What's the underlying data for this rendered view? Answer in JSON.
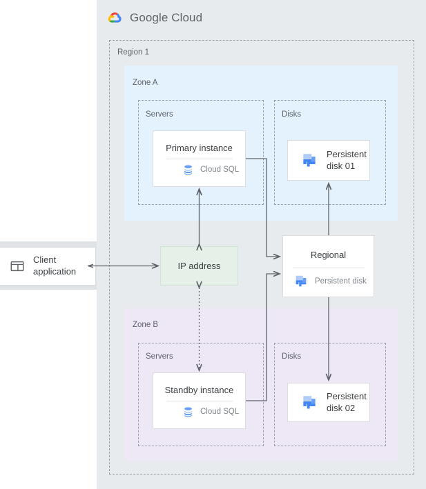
{
  "brand": {
    "logo_icon": "google-cloud-logo-icon",
    "name_bold": "Google",
    "name_light": "Cloud"
  },
  "colors": {
    "canvas": "#e8ebed",
    "zone_a": "#e3f2fd",
    "zone_b": "#ede7f6",
    "ip_box": "#e4f0e8",
    "card": "#ffffff",
    "border_dashed": "#9aa0a6",
    "text_primary": "#3c4043",
    "text_secondary": "#5f6368",
    "text_muted": "#80868b",
    "connector": "#5f6368",
    "gcp_blue": "#4285f4",
    "gcp_blue_light": "#aecbfa",
    "gcp_red": "#ea4335",
    "gcp_yellow": "#fbbc04",
    "gcp_green": "#34a853"
  },
  "region": {
    "label": "Region 1"
  },
  "zone_a": {
    "label": "Zone A",
    "servers_group_label": "Servers",
    "disks_group_label": "Disks",
    "instance": {
      "title": "Primary instance",
      "product_label": "Cloud SQL",
      "product_icon": "cloud-sql-icon"
    },
    "disk": {
      "label": "Persistent\ndisk 01",
      "label_line1": "Persistent",
      "label_line2": "disk 01",
      "icon": "persistent-disk-icon"
    }
  },
  "zone_b": {
    "label": "Zone B",
    "servers_group_label": "Servers",
    "disks_group_label": "Disks",
    "instance": {
      "title": "Standby instance",
      "product_label": "Cloud SQL",
      "product_icon": "cloud-sql-icon"
    },
    "disk": {
      "label_line1": "Persistent",
      "label_line2": "disk 02",
      "icon": "persistent-disk-icon"
    }
  },
  "regional_disk": {
    "title": "Regional",
    "product_label": "Persistent disk",
    "product_icon": "persistent-disk-icon"
  },
  "ip_address": {
    "label": "IP address"
  },
  "client": {
    "label_line1": "Client",
    "label_line2": "application",
    "icon": "client-window-icon"
  },
  "connectors": [
    {
      "name": "client-to-ip",
      "style": "solid",
      "arrows": "both"
    },
    {
      "name": "ip-to-primary-instance",
      "style": "solid",
      "arrows": "both"
    },
    {
      "name": "ip-to-standby-instance",
      "style": "dotted",
      "arrows": "both"
    },
    {
      "name": "primary-instance-to-regional-disk",
      "style": "solid",
      "arrows": "end"
    },
    {
      "name": "standby-instance-to-regional-disk",
      "style": "solid",
      "arrows": "end"
    },
    {
      "name": "regional-disk-to-persistent-disk-01",
      "style": "solid",
      "arrows": "end"
    },
    {
      "name": "regional-disk-to-persistent-disk-02",
      "style": "solid",
      "arrows": "end"
    }
  ]
}
